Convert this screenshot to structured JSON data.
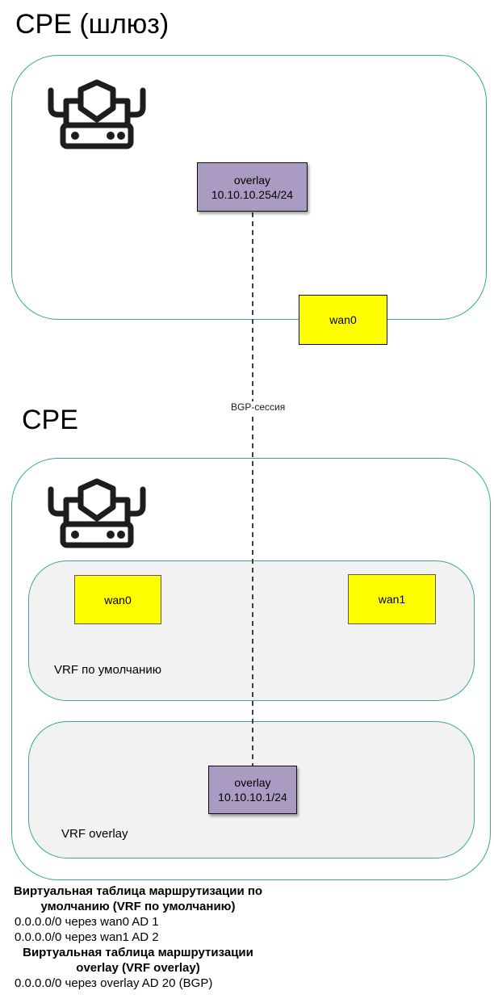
{
  "gateway": {
    "title": "CPE (шлюз)",
    "overlay_interface": {
      "name": "overlay",
      "address": "10.10.10.254/24"
    },
    "wan0_label": "wan0"
  },
  "bgp": {
    "session_label": "BGP-сессия"
  },
  "cpe": {
    "title": "CPE",
    "vrf_default": {
      "label": "VRF по умолчанию",
      "wan0_label": "wan0",
      "wan1_label": "wan1"
    },
    "vrf_overlay": {
      "label": "VRF overlay",
      "overlay_interface": {
        "name": "overlay",
        "address": "10.10.10.1/24"
      }
    }
  },
  "routing_tables": {
    "default": {
      "title_line1": "Виртуальная таблица маршрутизации по",
      "title_line2": "умолчанию (VRF по умолчанию)",
      "routes": [
        "0.0.0.0/0 через wan0 AD 1",
        "0.0.0.0/0 через wan1 AD 2"
      ]
    },
    "overlay": {
      "title_line1": "Виртуальная таблица маршрутизации",
      "title_line2": "overlay (VRF overlay)",
      "routes": [
        "0.0.0.0/0 через overlay AD 20 (BGP)"
      ]
    }
  },
  "colors": {
    "teal_border": "#34a7a0",
    "vrf_fill": "#f2f2f2",
    "interface_purple": "#a99bc2",
    "interface_yellow": "#ffff00",
    "dashed_line": "#3f3f3f"
  }
}
